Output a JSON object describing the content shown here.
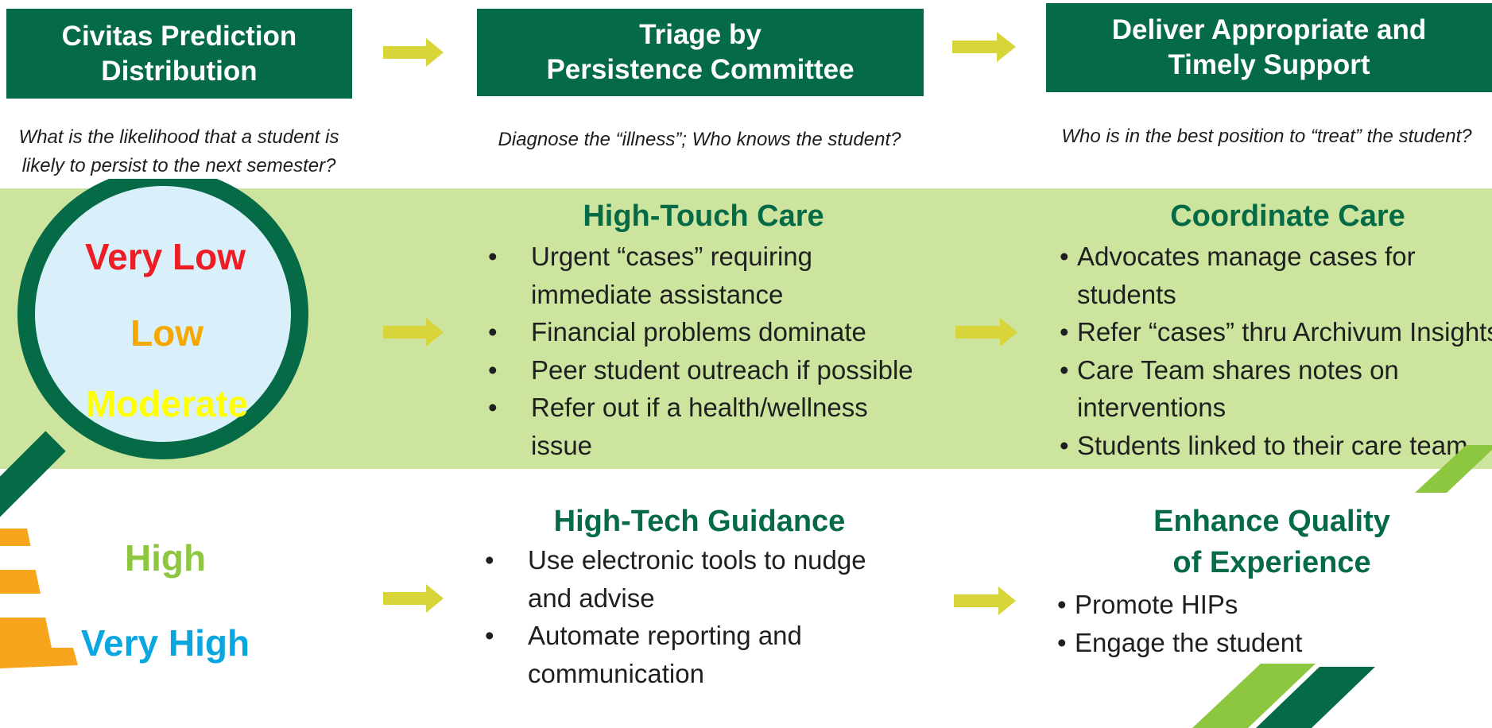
{
  "headers": [
    {
      "text": "Civitas Prediction\nDistribution"
    },
    {
      "text": "Triage by\nPersistence Committee"
    },
    {
      "text": "Deliver Appropriate and\nTimely Support"
    }
  ],
  "questions": [
    {
      "text": "What is the likelihood that a student is\nlikely to persist to the next semester?"
    },
    {
      "text": "Diagnose the “illness”; Who knows the student?"
    },
    {
      "text": "Who is in the best position to “treat” the student?"
    }
  ],
  "risk_levels": {
    "very_low": "Very Low",
    "low": "Low",
    "moderate": "Moderate",
    "high": "High",
    "very_high": "Very High"
  },
  "high_touch": {
    "title": "High-Touch Care",
    "items": [
      "Urgent “cases” requiring immediate assistance",
      "Financial problems dominate",
      "Peer student outreach if possible",
      "Refer out if a health/wellness issue"
    ]
  },
  "coordinate_care": {
    "title": "Coordinate Care",
    "items": [
      "Advocates manage cases for students",
      "Refer “cases” thru Archivum Insights",
      "Care Team shares notes on interventions",
      "Students linked to their care team"
    ]
  },
  "high_tech": {
    "title": "High-Tech Guidance",
    "items": [
      "Use electronic tools to nudge and advise",
      "Automate reporting and communication"
    ]
  },
  "enhance_quality": {
    "title": "Enhance Quality\nof Experience",
    "items": [
      "Promote HIPs",
      "Engage the student"
    ]
  },
  "colors": {
    "header_green": "#056b47",
    "band_green": "#cde49e",
    "arrow_yellow": "#d8d53a",
    "very_low": "#ee1c24",
    "low": "#f6a800",
    "moderate": "#ffff00",
    "high": "#8dc63f",
    "very_high": "#0aa6e0",
    "cone_orange": "#f7a51c"
  },
  "icons": {
    "magnifier": "magnifying-glass-icon",
    "cone": "traffic-cone-icon",
    "arrow": "right-arrow-icon"
  }
}
